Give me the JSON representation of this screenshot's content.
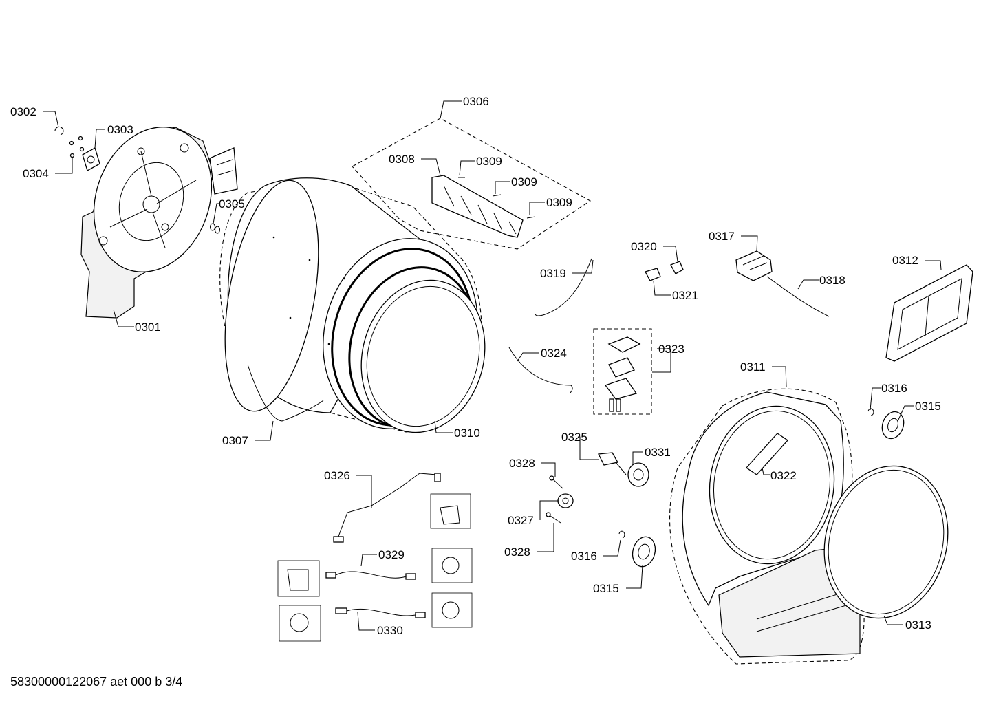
{
  "callouts": {
    "c0301": "0301",
    "c0302": "0302",
    "c0303": "0303",
    "c0304": "0304",
    "c0305": "0305",
    "c0306": "0306",
    "c0307": "0307",
    "c0308": "0308",
    "c0309a": "0309",
    "c0309b": "0309",
    "c0309c": "0309",
    "c0310": "0310",
    "c0311": "0311",
    "c0312": "0312",
    "c0313": "0313",
    "c0315a": "0315",
    "c0315b": "0315",
    "c0316a": "0316",
    "c0316b": "0316",
    "c0317": "0317",
    "c0318": "0318",
    "c0319": "0319",
    "c0320": "0320",
    "c0321": "0321",
    "c0322": "0322",
    "c0323": "0323",
    "c0324": "0324",
    "c0325": "0325",
    "c0326": "0326",
    "c0327": "0327",
    "c0328a": "0328",
    "c0328b": "0328",
    "c0329": "0329",
    "c0330": "0330",
    "c0331": "0331"
  },
  "footer": {
    "code": "58300000122067 aet 000 b 3/4"
  }
}
